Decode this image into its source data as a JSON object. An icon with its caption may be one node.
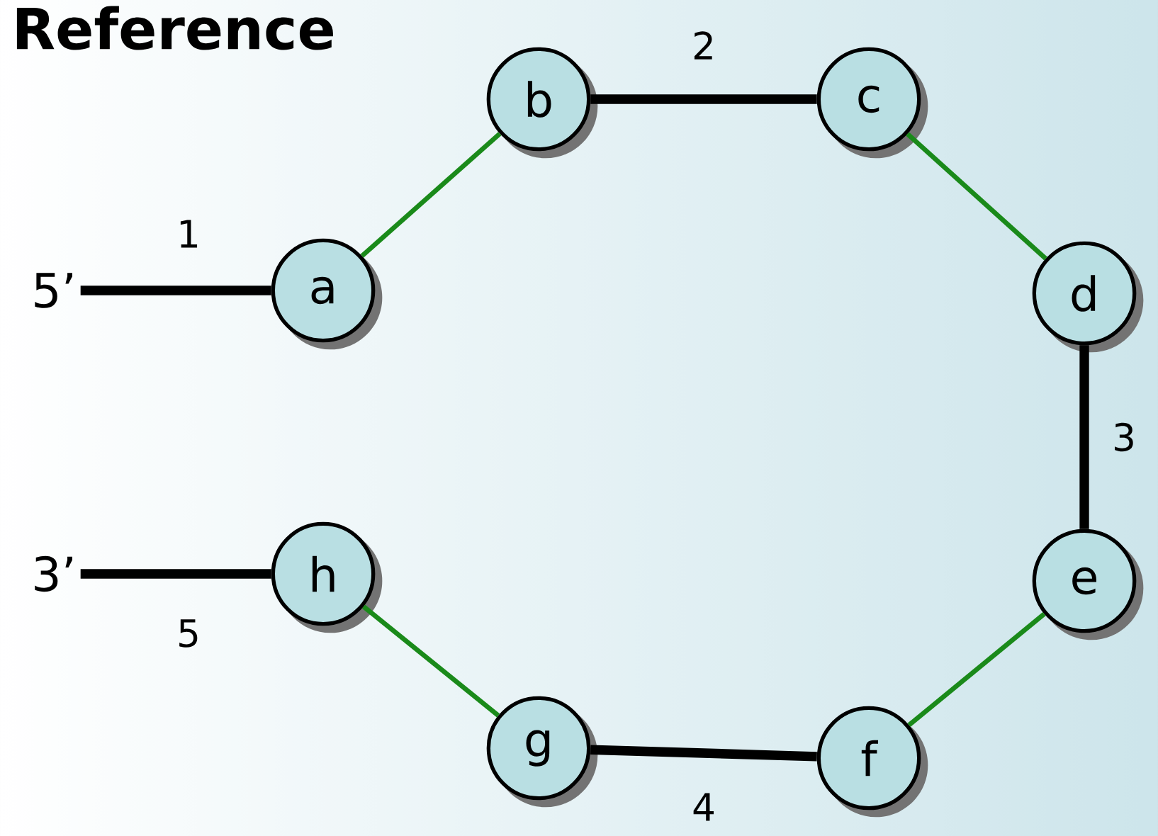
{
  "diagram": {
    "title": "Reference",
    "nodes": [
      {
        "text": [
          "5’"
        ]
      },
      {
        "text": [
          "a"
        ]
      },
      {
        "text": [
          "b"
        ]
      },
      {
        "text": [
          "c"
        ]
      },
      {
        "text": [
          "d"
        ]
      },
      {
        "text": [
          "e"
        ]
      },
      {
        "text": [
          "f"
        ]
      },
      {
        "text": [
          "g"
        ]
      },
      {
        "text": [
          "h"
        ]
      },
      {
        "text": [
          "3’"
        ]
      }
    ],
    "edges": [
      {
        "from": 0,
        "to": 1,
        "arrow": "none",
        "label": "1"
      },
      {
        "from": 1,
        "to": 2,
        "arrow": "none",
        "color": "#1a8a1a"
      },
      {
        "from": 2,
        "to": 3,
        "arrow": "none",
        "label": "2"
      },
      {
        "from": 3,
        "to": 4,
        "arrow": "none",
        "color": "#1a8a1a"
      },
      {
        "from": 4,
        "to": 5,
        "arrow": "none",
        "label": "3"
      },
      {
        "from": 5,
        "to": 6,
        "arrow": "none",
        "color": "#1a8a1a"
      },
      {
        "from": 6,
        "to": 7,
        "arrow": "none",
        "label": "4"
      },
      {
        "from": 7,
        "to": 8,
        "arrow": "none",
        "color": "#1a8a1a"
      },
      {
        "from": 8,
        "to": 9,
        "arrow": "none",
        "label": "5"
      }
    ]
  }
}
